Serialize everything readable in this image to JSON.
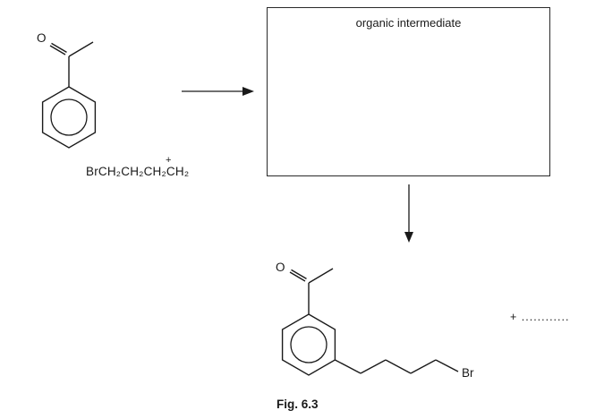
{
  "colors": {
    "ink": "#1a1a1a",
    "background": "#ffffff"
  },
  "reactant": {
    "oxygen_label": "O",
    "cation_formula": "BrCH₂CH₂CH₂CH₂",
    "cation_charge": "+"
  },
  "intermediate_box": {
    "label": "organic intermediate"
  },
  "product": {
    "oxygen_label": "O",
    "bromine_label": "Br",
    "byproduct_placeholder": "+ ............"
  },
  "caption": {
    "text": "Fig. 6.3"
  }
}
